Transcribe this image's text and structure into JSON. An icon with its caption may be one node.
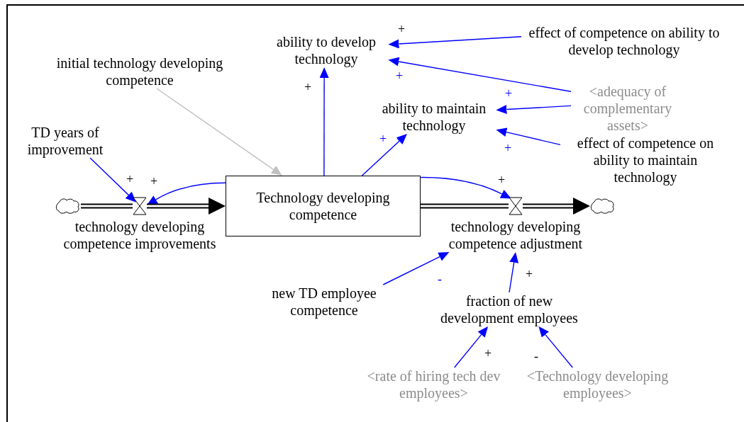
{
  "diagram": {
    "nodes": [
      {
        "text": [
          "ability to develop technology"
        ]
      },
      {
        "text": [
          "effect of competence on ability to develop technology"
        ]
      },
      {
        "text": [
          "initial technology developing competence"
        ]
      },
      {
        "text": [
          "<adequacy of complementary assets>"
        ]
      },
      {
        "text": [
          "ability to maintain technology"
        ]
      },
      {
        "text": [
          "effect of competence on ability to maintain technology"
        ]
      },
      {
        "text": [
          "TD years of improvement"
        ]
      },
      {
        "text": [],
        "shape": "cloud"
      },
      {
        "text": [],
        "shape": "valve"
      },
      {
        "text": [
          "technology developing competence improvements"
        ]
      },
      {
        "text": [
          "Technology developing competence"
        ]
      },
      {
        "text": [],
        "shape": "valve"
      },
      {
        "text": [],
        "shape": "cloud"
      },
      {
        "text": [
          "technology developing competence adjustment"
        ]
      },
      {
        "text": [
          "new TD employee competence"
        ]
      },
      {
        "text": [
          "fraction of new development employees"
        ]
      },
      {
        "text": [
          "<rate of hiring tech dev employees>"
        ]
      },
      {
        "text": [
          "<Technology developing employees>"
        ]
      }
    ],
    "edges": [
      {
        "from": 10,
        "to": 8,
        "arrow": "to",
        "label": "+"
      },
      {
        "from": 6,
        "to": 8,
        "arrow": "to",
        "label": "+"
      },
      {
        "from": 7,
        "to": 8,
        "arrow": "none",
        "style": "thick",
        "color": "#000000"
      },
      {
        "from": 8,
        "to": 10,
        "arrow": "to",
        "style": "thick",
        "color": "#000000"
      },
      {
        "from": 2,
        "to": 10,
        "arrow": "to",
        "color": "#c0c0c0"
      },
      {
        "from": 10,
        "to": 0,
        "arrow": "to",
        "label": "+"
      },
      {
        "from": 10,
        "to": 4,
        "arrow": "to",
        "label": "+"
      },
      {
        "from": 1,
        "to": 0,
        "arrow": "to",
        "label": "+"
      },
      {
        "from": 3,
        "to": 0,
        "arrow": "to",
        "label": "+"
      },
      {
        "from": 3,
        "to": 4,
        "arrow": "to",
        "label": "+"
      },
      {
        "from": 5,
        "to": 4,
        "arrow": "to",
        "label": "+"
      },
      {
        "from": 10,
        "to": 11,
        "arrow": "none",
        "style": "thick",
        "color": "#000000"
      },
      {
        "from": 11,
        "to": 12,
        "arrow": "to",
        "style": "thick",
        "color": "#000000"
      },
      {
        "from": 10,
        "to": 11,
        "arrow": "to",
        "label": "+"
      },
      {
        "from": 14,
        "to": 13,
        "arrow": "to",
        "label": "-"
      },
      {
        "from": 15,
        "to": 13,
        "arrow": "to",
        "label": "+"
      },
      {
        "from": 16,
        "to": 15,
        "arrow": "to",
        "label": "+"
      },
      {
        "from": 17,
        "to": 15,
        "arrow": "to",
        "label": "-"
      }
    ]
  }
}
